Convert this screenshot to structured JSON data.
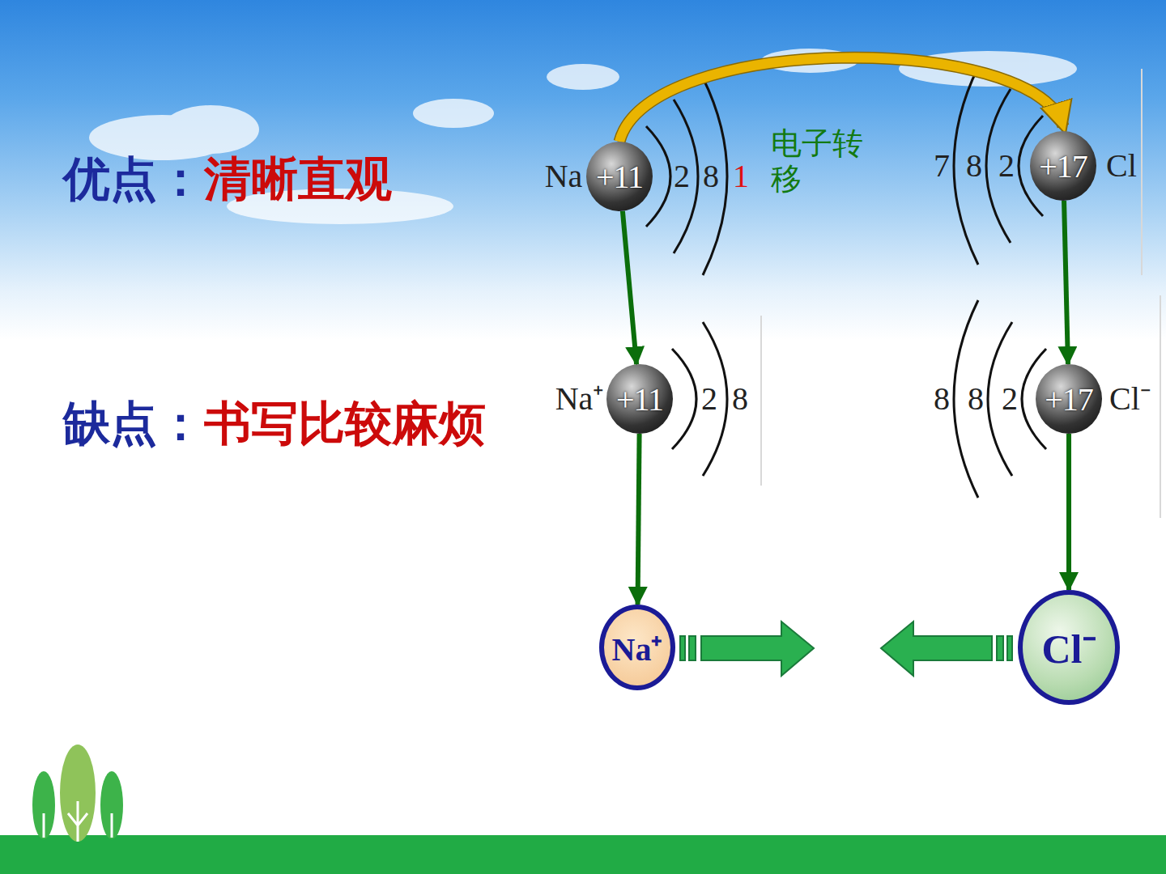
{
  "diagram": {
    "nodes": [
      {
        "text": [
          "+11"
        ]
      },
      {
        "text": [
          "+17"
        ]
      },
      {
        "text": [
          "+11"
        ]
      },
      {
        "text": [
          "+17"
        ]
      },
      {
        "text": [
          "Na⁺"
        ]
      },
      {
        "text": [
          "Cl⁻"
        ]
      }
    ],
    "edges": [
      {
        "from": 0,
        "to": 1,
        "arrow": "to",
        "label": "电子转移"
      },
      {
        "from": 0,
        "to": 2,
        "arrow": "to"
      },
      {
        "from": 1,
        "to": 3,
        "arrow": "to"
      },
      {
        "from": 2,
        "to": 4,
        "arrow": "to"
      },
      {
        "from": 3,
        "to": 5,
        "arrow": "to"
      }
    ],
    "labels": [
      "优点：",
      "清晰直观",
      "缺点：",
      "书写比较麻烦",
      "Na",
      "2",
      "8",
      "1",
      "7",
      "8",
      "2",
      "Cl",
      "Na⁺",
      "2",
      "8",
      "8",
      "8",
      "2",
      "Cl⁻"
    ]
  }
}
